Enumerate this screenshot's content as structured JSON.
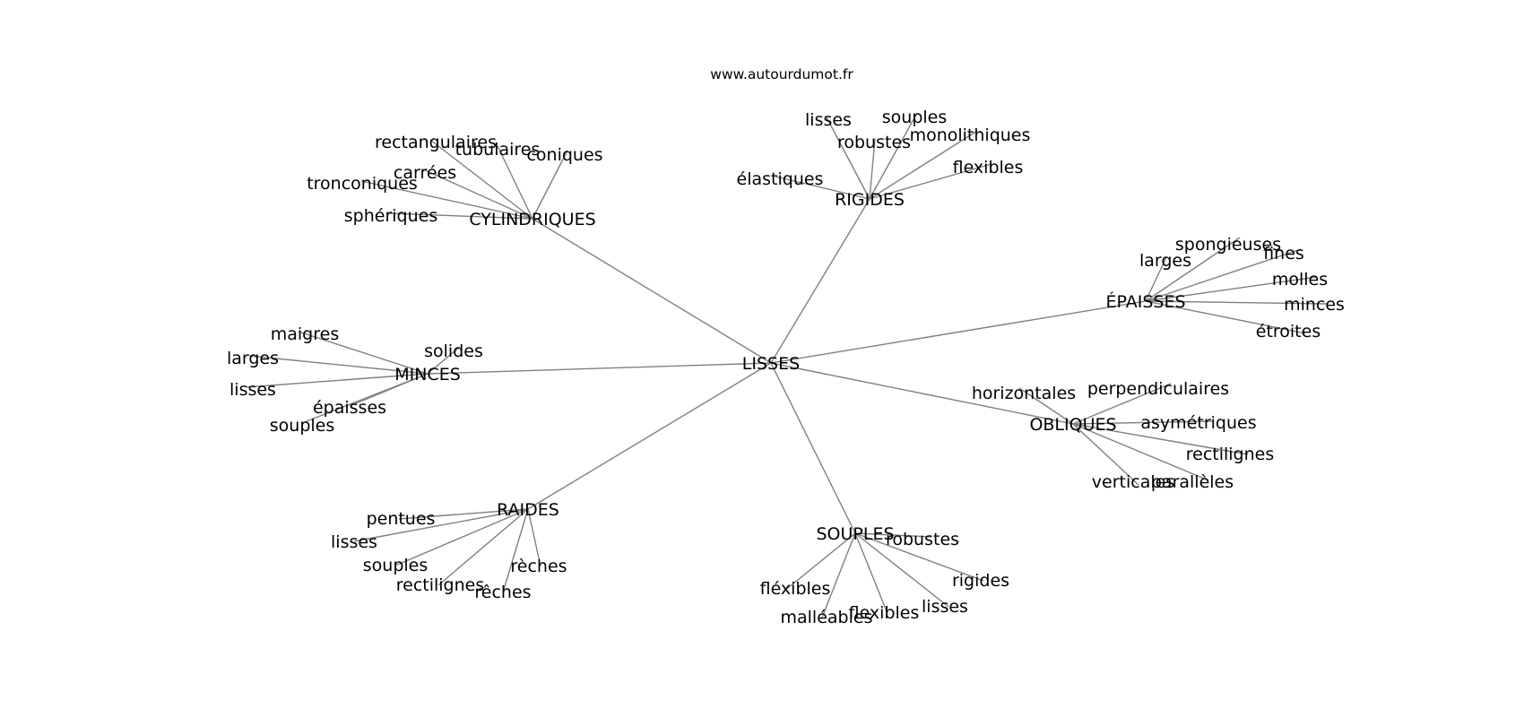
{
  "source": "www.autourdumot.fr",
  "root": "LISSES",
  "colors": {
    "edge": "#808080",
    "text": "#000000",
    "background": "#ffffff"
  },
  "clusters": [
    {
      "label": "CYLINDRIQUES",
      "children": [
        "rectangulaires",
        "tubulaires",
        "coniques",
        "carrées",
        "tronconiques",
        "sphériques"
      ]
    },
    {
      "label": "RIGIDES",
      "children": [
        "lisses",
        "souples",
        "robustes",
        "monolithiques",
        "flexibles",
        "élastiques"
      ]
    },
    {
      "label": "ÉPAISSES",
      "children": [
        "spongieuses",
        "larges",
        "fines",
        "molles",
        "minces",
        "étroites"
      ]
    },
    {
      "label": "MINCES",
      "children": [
        "maigres",
        "solides",
        "larges",
        "lisses",
        "épaisses",
        "souples"
      ]
    },
    {
      "label": "OBLIQUES",
      "children": [
        "horizontales",
        "perpendiculaires",
        "asymétriques",
        "rectilignes",
        "parallèles",
        "verticales"
      ]
    },
    {
      "label": "RAIDES",
      "children": [
        "pentues",
        "lisses",
        "souples",
        "rectilignes",
        "rèches",
        "rêches"
      ]
    },
    {
      "label": "SOUPLES",
      "children": [
        "robustes",
        "rigides",
        "fléxibles",
        "malléables",
        "flexibles",
        "lisses"
      ]
    }
  ]
}
